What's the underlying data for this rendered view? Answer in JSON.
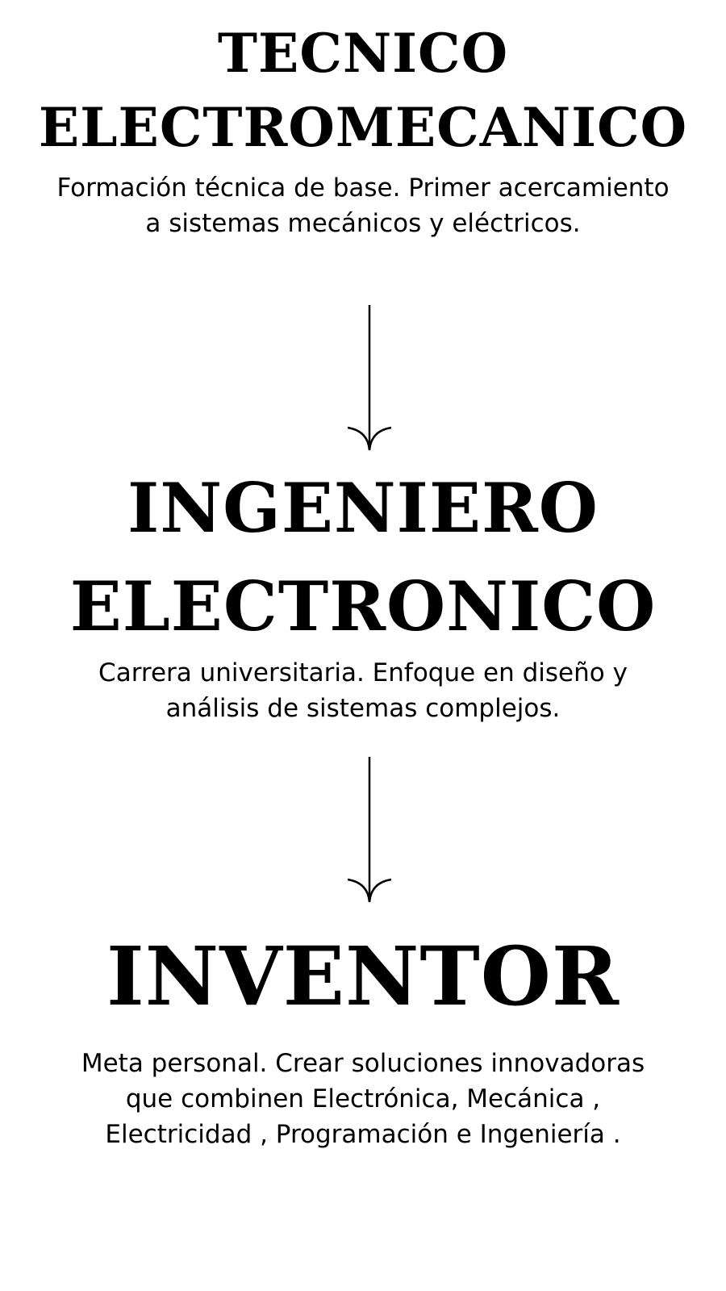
{
  "steps": [
    {
      "title_lines": [
        "TECNICO",
        "ELECTROMECANICO"
      ],
      "description_lines": [
        "Formación técnica de base. Primer acercamiento",
        "a sistemas mecánicos y eléctricos."
      ]
    },
    {
      "title_lines": [
        "INGENIERO",
        "ELECTRONICO"
      ],
      "description_lines": [
        "Carrera universitaria. Enfoque en diseño y",
        "análisis de sistemas complejos."
      ]
    },
    {
      "title_lines": [
        "INVENTOR"
      ],
      "description_lines": [
        "Meta personal. Crear soluciones innovadoras",
        "que combinen Electrónica, Mecánica ,",
        "Electricidad , Programación e Ingeniería ."
      ]
    }
  ],
  "colors": {
    "background": "#ffffff",
    "text": "#000000",
    "arrow": "#000000"
  },
  "icons": [
    "arrow-down-icon",
    "arrow-down-icon"
  ]
}
